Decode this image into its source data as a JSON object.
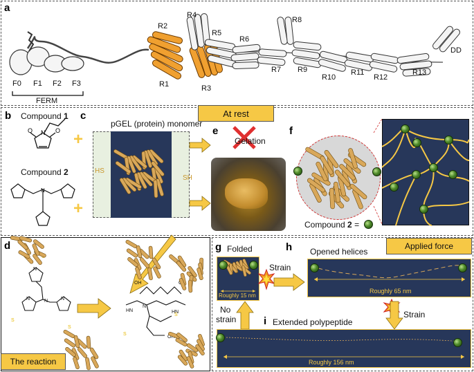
{
  "panels": {
    "a": "a",
    "b": "b",
    "c": "c",
    "d": "d",
    "e": "e",
    "f": "f",
    "g": "g",
    "h": "h",
    "i": "i"
  },
  "panel_a": {
    "domains": [
      "F0",
      "F1",
      "F2",
      "F3"
    ],
    "ferm_label": "FERM",
    "rod_labels": [
      "R1",
      "R2",
      "R3",
      "R4",
      "R5",
      "R6",
      "R7",
      "R8",
      "R9",
      "R10",
      "R11",
      "R12",
      "R13",
      "DD"
    ]
  },
  "panel_b": {
    "compound1_prefix": "Compound ",
    "compound1_num": "1",
    "compound2_prefix": "Compound ",
    "compound2_num": "2"
  },
  "panel_c": {
    "title": "pGEL (protein) monomer",
    "hs_left": "HS",
    "sh_right": "SH"
  },
  "at_rest": "At rest",
  "panel_e": {
    "label": "Gelation"
  },
  "panel_f": {
    "compound_prefix": "Compound ",
    "compound_num": "2",
    "compound_suffix": " ="
  },
  "panel_d": {
    "tag": "The reaction"
  },
  "applied_force": "Applied force",
  "panel_g": {
    "folded": "Folded",
    "length": "Roughly 15 nm",
    "strain": "Strain",
    "no_strain_1": "No",
    "no_strain_2": "strain"
  },
  "panel_h": {
    "title": "Opened helices",
    "length": "Roughly 65 nm",
    "strain": "Strain"
  },
  "panel_i": {
    "title": "Extended polypeptide",
    "length": "Roughly 156 nm"
  },
  "colors": {
    "navy": "#27375a",
    "gold": "#f6c845",
    "helix_orange": "#f0a030",
    "bead_green": "#4e8a2a"
  }
}
